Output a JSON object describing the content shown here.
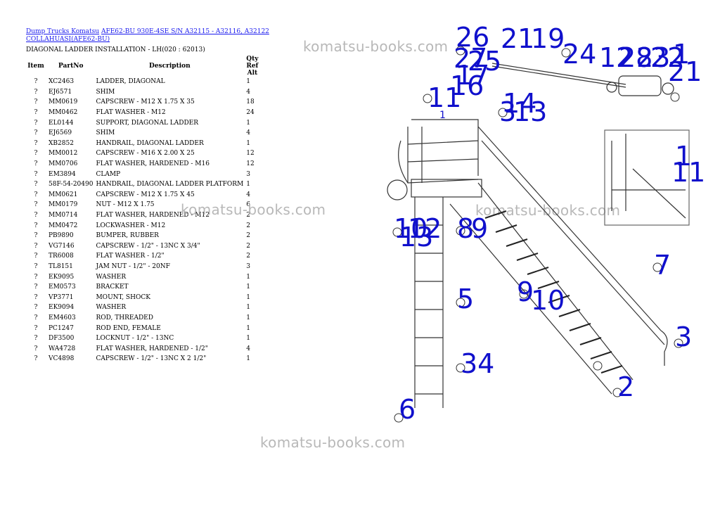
{
  "breadcrumb": {
    "category": "Dump Trucks Komatsu",
    "model": "AFE62-BU 930E-4SE S/N A32115 - A32116, A32122 COLLAHUASI(AFE62-BU)"
  },
  "page_title": "DIAGONAL LADDER INSTALLATION - LH(020 : 62013)",
  "table": {
    "headers": [
      "Item",
      "PartNo",
      "Description",
      "Qty Ref Alt"
    ],
    "rows": [
      {
        "item": "?",
        "part": "XC2463",
        "desc": "LADDER, DIAGONAL",
        "qty": "1"
      },
      {
        "item": "?",
        "part": "EJ6571",
        "desc": "SHIM",
        "qty": "4"
      },
      {
        "item": "?",
        "part": "MM0619",
        "desc": "CAPSCREW - M12 X 1.75 X 35",
        "qty": "18"
      },
      {
        "item": "?",
        "part": "MM0462",
        "desc": "FLAT WASHER - M12",
        "qty": "24"
      },
      {
        "item": "?",
        "part": "EL0144",
        "desc": "SUPPORT, DIAGONAL LADDER",
        "qty": "1"
      },
      {
        "item": "?",
        "part": "EJ6569",
        "desc": "SHIM",
        "qty": "4"
      },
      {
        "item": "?",
        "part": "XB2852",
        "desc": "HANDRAIL, DIAGONAL LADDER",
        "qty": "1"
      },
      {
        "item": "?",
        "part": "MM0012",
        "desc": "CAPSCREW - M16 X 2.00 X 25",
        "qty": "12"
      },
      {
        "item": "?",
        "part": "MM0706",
        "desc": "FLAT WASHER, HARDENED - M16",
        "qty": "12"
      },
      {
        "item": "?",
        "part": "EM3894",
        "desc": "CLAMP",
        "qty": "3"
      },
      {
        "item": "?",
        "part": "58F-54-20490",
        "desc": "HANDRAIL, DIAGONAL LADDER PLATFORM",
        "qty": "1"
      },
      {
        "item": "?",
        "part": "MM0621",
        "desc": "CAPSCREW - M12 X 1.75 X 45",
        "qty": "4"
      },
      {
        "item": "?",
        "part": "MM0179",
        "desc": "NUT - M12 X 1.75",
        "qty": "6"
      },
      {
        "item": "?",
        "part": "MM0714",
        "desc": "FLAT WASHER, HARDENED - M12",
        "qty": "2"
      },
      {
        "item": "?",
        "part": "MM0472",
        "desc": "LOCKWASHER - M12",
        "qty": "2"
      },
      {
        "item": "?",
        "part": "PB9890",
        "desc": "BUMPER, RUBBER",
        "qty": "2"
      },
      {
        "item": "?",
        "part": "VG7146",
        "desc": "CAPSCREW - 1/2\" - 13NC X 3/4\"",
        "qty": "2"
      },
      {
        "item": "?",
        "part": "TR6008",
        "desc": "FLAT WASHER - 1/2\"",
        "qty": "2"
      },
      {
        "item": "?",
        "part": "TL8151",
        "desc": "JAM NUT - 1/2\" - 20NF",
        "qty": "3"
      },
      {
        "item": "?",
        "part": "EK9095",
        "desc": "WASHER",
        "qty": "1"
      },
      {
        "item": "?",
        "part": "EM0573",
        "desc": "BRACKET",
        "qty": "1"
      },
      {
        "item": "?",
        "part": "VP3771",
        "desc": "MOUNT, SHOCK",
        "qty": "1"
      },
      {
        "item": "?",
        "part": "EK9094",
        "desc": "WASHER",
        "qty": "1"
      },
      {
        "item": "?",
        "part": "EM4603",
        "desc": "ROD, THREADED",
        "qty": "1"
      },
      {
        "item": "?",
        "part": "PC1247",
        "desc": "ROD END, FEMALE",
        "qty": "1"
      },
      {
        "item": "?",
        "part": "DF3500",
        "desc": "LOCKNUT - 1/2\" - 13NC",
        "qty": "1"
      },
      {
        "item": "?",
        "part": "WA4728",
        "desc": "FLAT WASHER, HARDENED - 1/2\"",
        "qty": "4"
      },
      {
        "item": "?",
        "part": "VC4898",
        "desc": "CAPSCREW - 1/2\" - 13NC X 2 1/2\"",
        "qty": "1"
      }
    ]
  },
  "watermark": "komatsu-books.com",
  "diagram": {
    "callouts": [
      "26",
      "27",
      "21",
      "19",
      "24",
      "12",
      "28",
      "23",
      "22",
      "1",
      "21",
      "11",
      "17",
      "25",
      "16",
      "14",
      "3",
      "13",
      "1",
      "1",
      "11",
      "10",
      "12",
      "13",
      "8",
      "9",
      "7",
      "5",
      "9",
      "10",
      "3",
      "34",
      "2",
      "6"
    ],
    "callout_color": "#1010cc"
  }
}
